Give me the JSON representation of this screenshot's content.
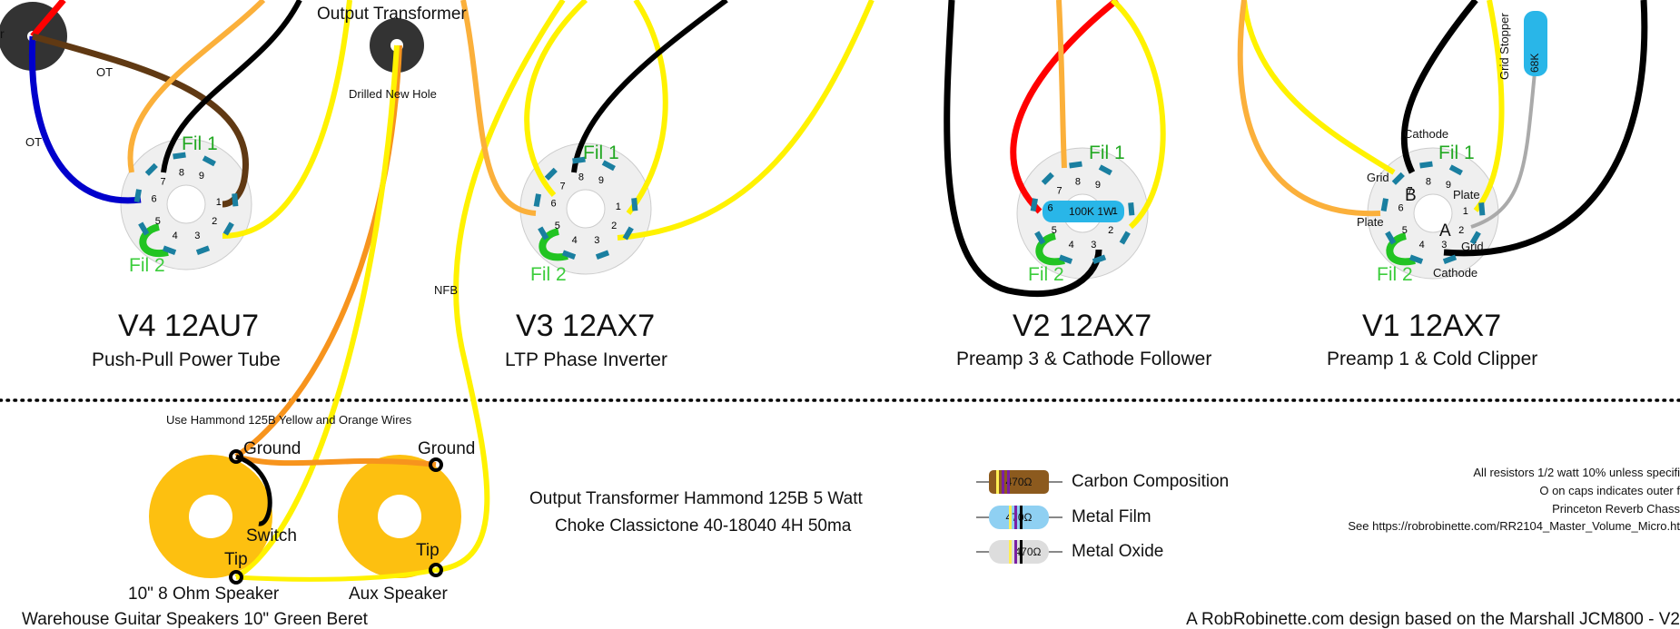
{
  "header": {
    "output_transformer": "Output Transformer",
    "drilled_new_hole": "Drilled New Hole"
  },
  "wire_labels": {
    "ot_1": "OT",
    "ot_2": "OT",
    "nfb": "NFB"
  },
  "tubes": [
    {
      "id": "v4",
      "title": "V4 12AU7",
      "subtitle": "Push-Pull Power Tube",
      "fil1": "Fil 1",
      "fil2": "Fil 2"
    },
    {
      "id": "v3",
      "title": "V3  12AX7",
      "subtitle": "LTP Phase Inverter",
      "fil1": "Fil 1",
      "fil2": "Fil 2"
    },
    {
      "id": "v2",
      "title": "V2  12AX7",
      "subtitle": "Preamp 3 & Cathode Follower",
      "fil1": "Fil 1",
      "fil2": "Fil 2",
      "resistor": "100K 1W"
    },
    {
      "id": "v1",
      "title": "V1  12AX7",
      "subtitle": "Preamp 1 & Cold Clipper",
      "fil1": "Fil 1",
      "fil2": "Fil 2",
      "labels": {
        "cathode_top": "Cathode",
        "grid_left": "Grid",
        "plate_left": "Plate",
        "plate_right": "Plate",
        "grid_right": "Grid",
        "cathode_bottom": "Cathode",
        "b": "B",
        "a": "A"
      },
      "grid_stopper": "Grid Stopper",
      "grid_stopper_value": "68K"
    }
  ],
  "pins": [
    "1",
    "2",
    "3",
    "4",
    "5",
    "6",
    "7",
    "8",
    "9"
  ],
  "jacks": {
    "hammond_note": "Use Hammond 125B Yellow and Orange Wires",
    "left": {
      "ground": "Ground",
      "switch": "Switch",
      "tip": "Tip",
      "name": "10\" 8 Ohm Speaker"
    },
    "right": {
      "ground": "Ground",
      "tip": "Tip",
      "name": "Aux Speaker"
    },
    "bottom_partial": "Warehouse Guitar Speakers 10\" Green Beret"
  },
  "specs": {
    "line1": "Output Transformer Hammond 125B 5 Watt",
    "line2": "Choke Classictone 40-18040 4H 50ma"
  },
  "legend": [
    {
      "value": "470Ω",
      "label": "Carbon Composition",
      "color": "#8c5a1e"
    },
    {
      "value": "470Ω",
      "label": "Metal Film",
      "color": "#8fd0f2"
    },
    {
      "value": "470Ω",
      "label": "Metal Oxide",
      "color": "#dddddd"
    }
  ],
  "notes": {
    "line1": "All resistors 1/2 watt 10% unless specifi",
    "line2": "O on caps indicates outer f",
    "line3": "Princeton Reverb Chass",
    "line4": "See https://robrobinette.com/RR2104_Master_Volume_Micro.ht",
    "bottom": "A RobRobinette.com design based on the Marshall JCM800 - V2"
  },
  "colors": {
    "wire_yellow": "#fff200",
    "wire_orange": "#f7941d",
    "wire_light_orange": "#fbb03b",
    "wire_black": "#000000",
    "wire_red": "#ff0000",
    "wire_blue": "#0000cc",
    "wire_brown": "#603913",
    "fil_green": "#22c422",
    "fil_label_green": "#3ccd3c",
    "jack_gold": "#fdc010",
    "socket": "#efefef",
    "pin": "#1a7fa0"
  }
}
